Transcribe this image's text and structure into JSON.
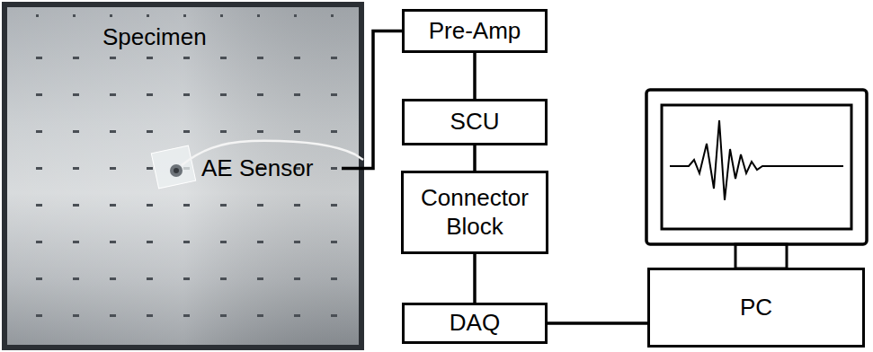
{
  "diagram": {
    "nodes": [
      {
        "text": [
          "Specimen"
        ]
      },
      {
        "text": [
          "AE Sensor"
        ],
        "in": 0
      },
      {
        "text": [
          "Pre-Amp"
        ]
      },
      {
        "text": [
          "SCU"
        ]
      },
      {
        "text": [
          "Connector Block"
        ]
      },
      {
        "text": [
          "DAQ"
        ]
      },
      {
        "text": [
          "PC"
        ]
      }
    ],
    "edges": [
      {
        "from": 1,
        "to": 2,
        "arrow": "none"
      },
      {
        "from": 2,
        "to": 3,
        "arrow": "none"
      },
      {
        "from": 3,
        "to": 4,
        "arrow": "none"
      },
      {
        "from": 4,
        "to": 5,
        "arrow": "none"
      },
      {
        "from": 5,
        "to": 6,
        "arrow": "none"
      }
    ]
  }
}
